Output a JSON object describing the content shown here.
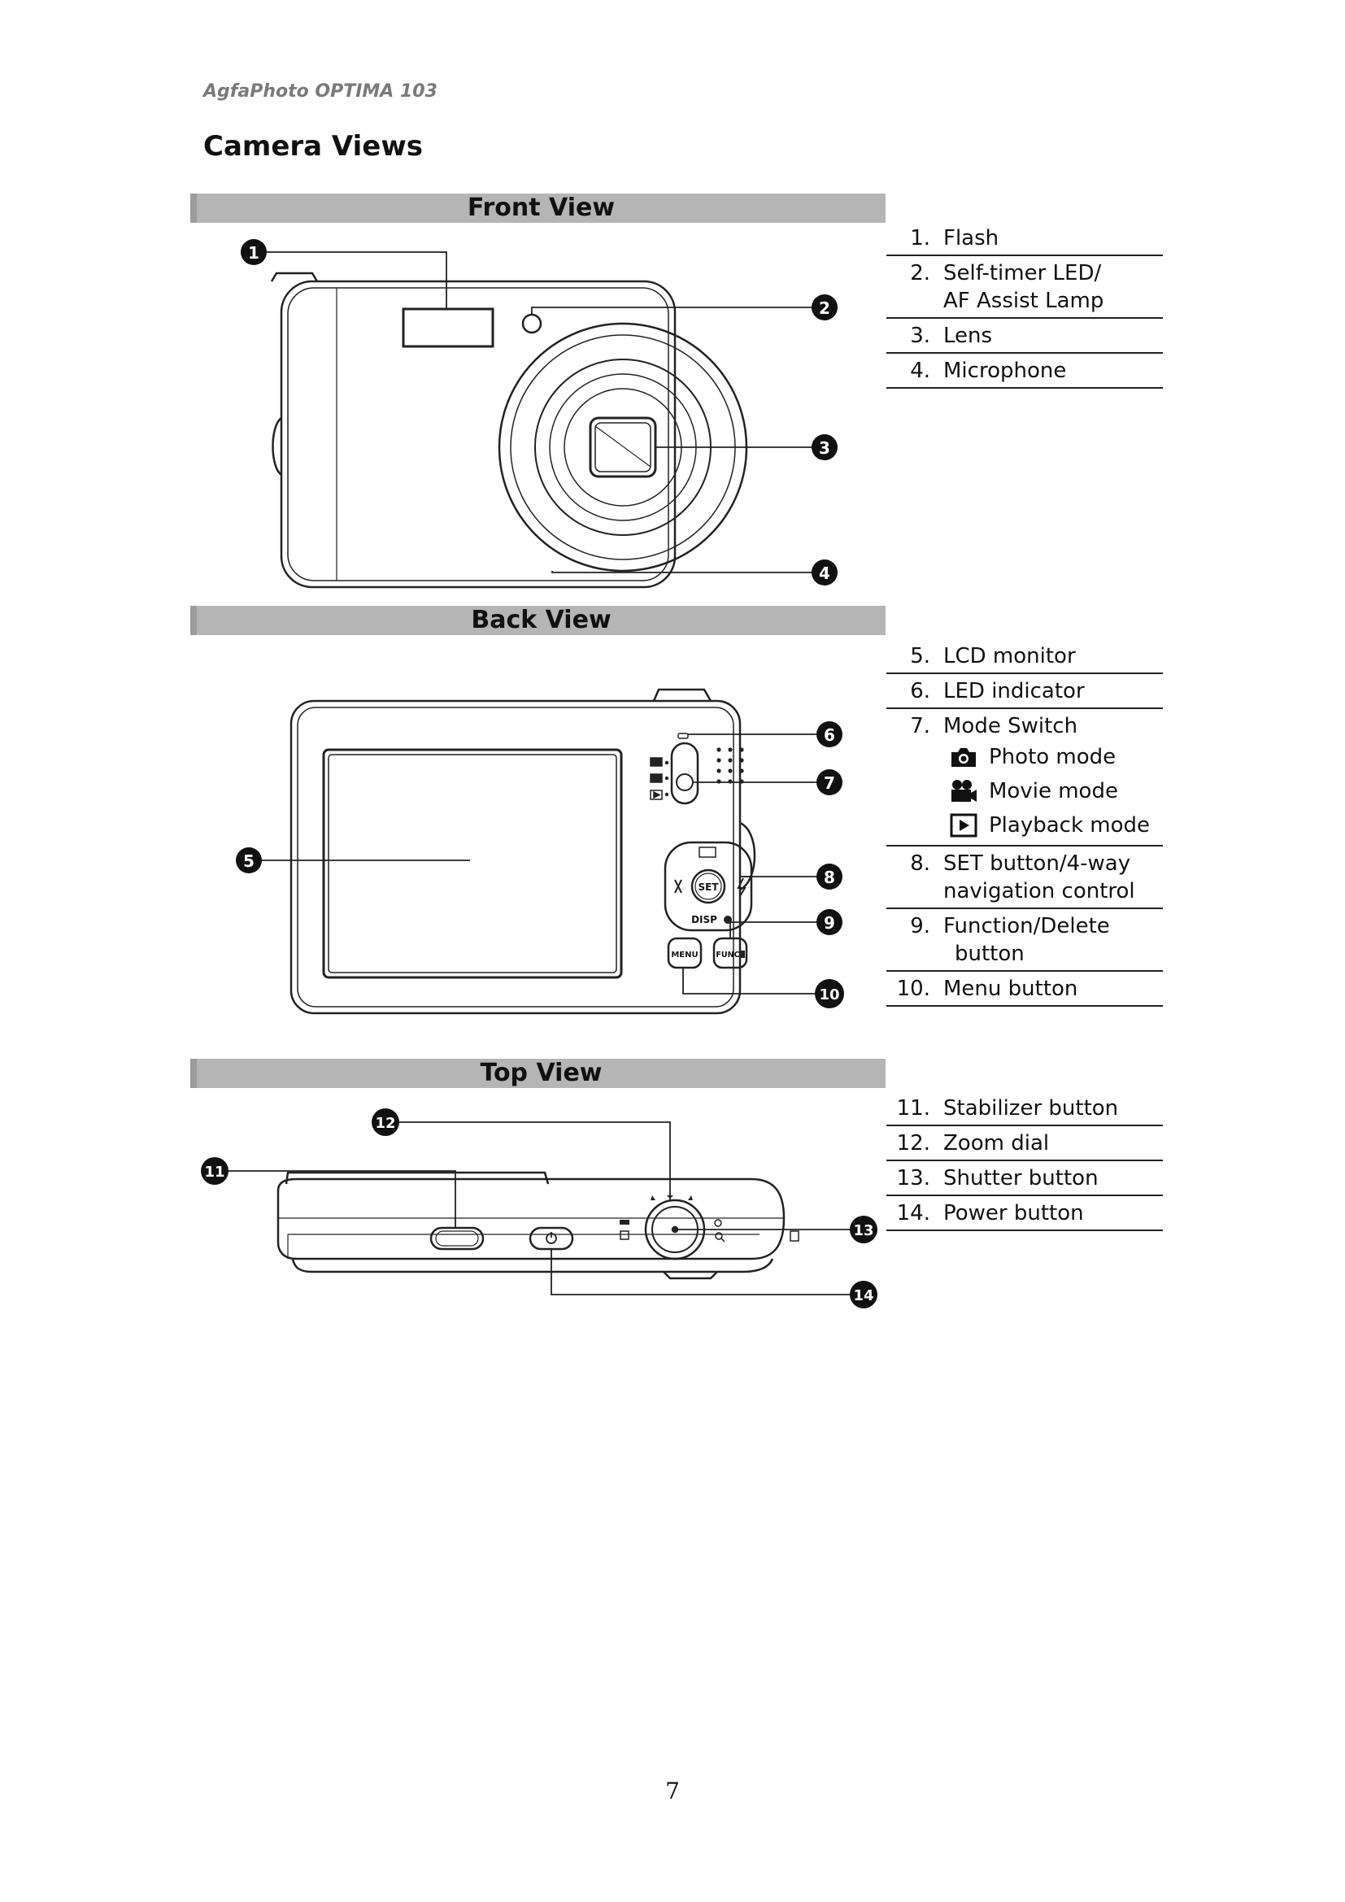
{
  "header": {
    "running_title": "AgfaPhoto OPTIMA 103"
  },
  "page": {
    "title": "Camera Views",
    "number": "7"
  },
  "sections": [
    {
      "title": "Front View",
      "callouts": [
        "1",
        "2",
        "3",
        "4"
      ],
      "items": [
        {
          "num": "1.",
          "lines": [
            "Flash"
          ]
        },
        {
          "num": "2.",
          "lines": [
            "Self-timer LED/",
            "AF Assist Lamp"
          ]
        },
        {
          "num": "3.",
          "lines": [
            "Lens"
          ]
        },
        {
          "num": "4.",
          "lines": [
            "Microphone"
          ]
        }
      ]
    },
    {
      "title": "Back View",
      "callouts": [
        "5",
        "6",
        "7",
        "8",
        "9",
        "10"
      ],
      "button_labels": {
        "set": "SET",
        "disp": "DISP",
        "menu": "MENU",
        "func": "FUNC"
      },
      "items": [
        {
          "num": "5.",
          "lines": [
            "LCD monitor"
          ]
        },
        {
          "num": "6.",
          "lines": [
            "LED indicator"
          ]
        },
        {
          "num": "7.",
          "lines": [
            "Mode Switch"
          ],
          "modes": [
            {
              "icon": "camera-icon",
              "label": "Photo mode"
            },
            {
              "icon": "movie-camera-icon",
              "label": "Movie mode"
            },
            {
              "icon": "playback-icon",
              "label": "Playback mode"
            }
          ]
        },
        {
          "num": "8.",
          "lines": [
            "SET button/4-way",
            "navigation control"
          ]
        },
        {
          "num": "9.",
          "lines": [
            "Function/Delete",
            "button"
          ]
        },
        {
          "num": "10.",
          "lines": [
            "Menu button"
          ]
        }
      ]
    },
    {
      "title": "Top View",
      "callouts": [
        "11",
        "12",
        "13",
        "14"
      ],
      "items": [
        {
          "num": "11.",
          "lines": [
            "Stabilizer button"
          ]
        },
        {
          "num": "12.",
          "lines": [
            "Zoom dial"
          ]
        },
        {
          "num": "13.",
          "lines": [
            "Shutter button"
          ]
        },
        {
          "num": "14.",
          "lines": [
            "Power button"
          ]
        }
      ]
    }
  ]
}
